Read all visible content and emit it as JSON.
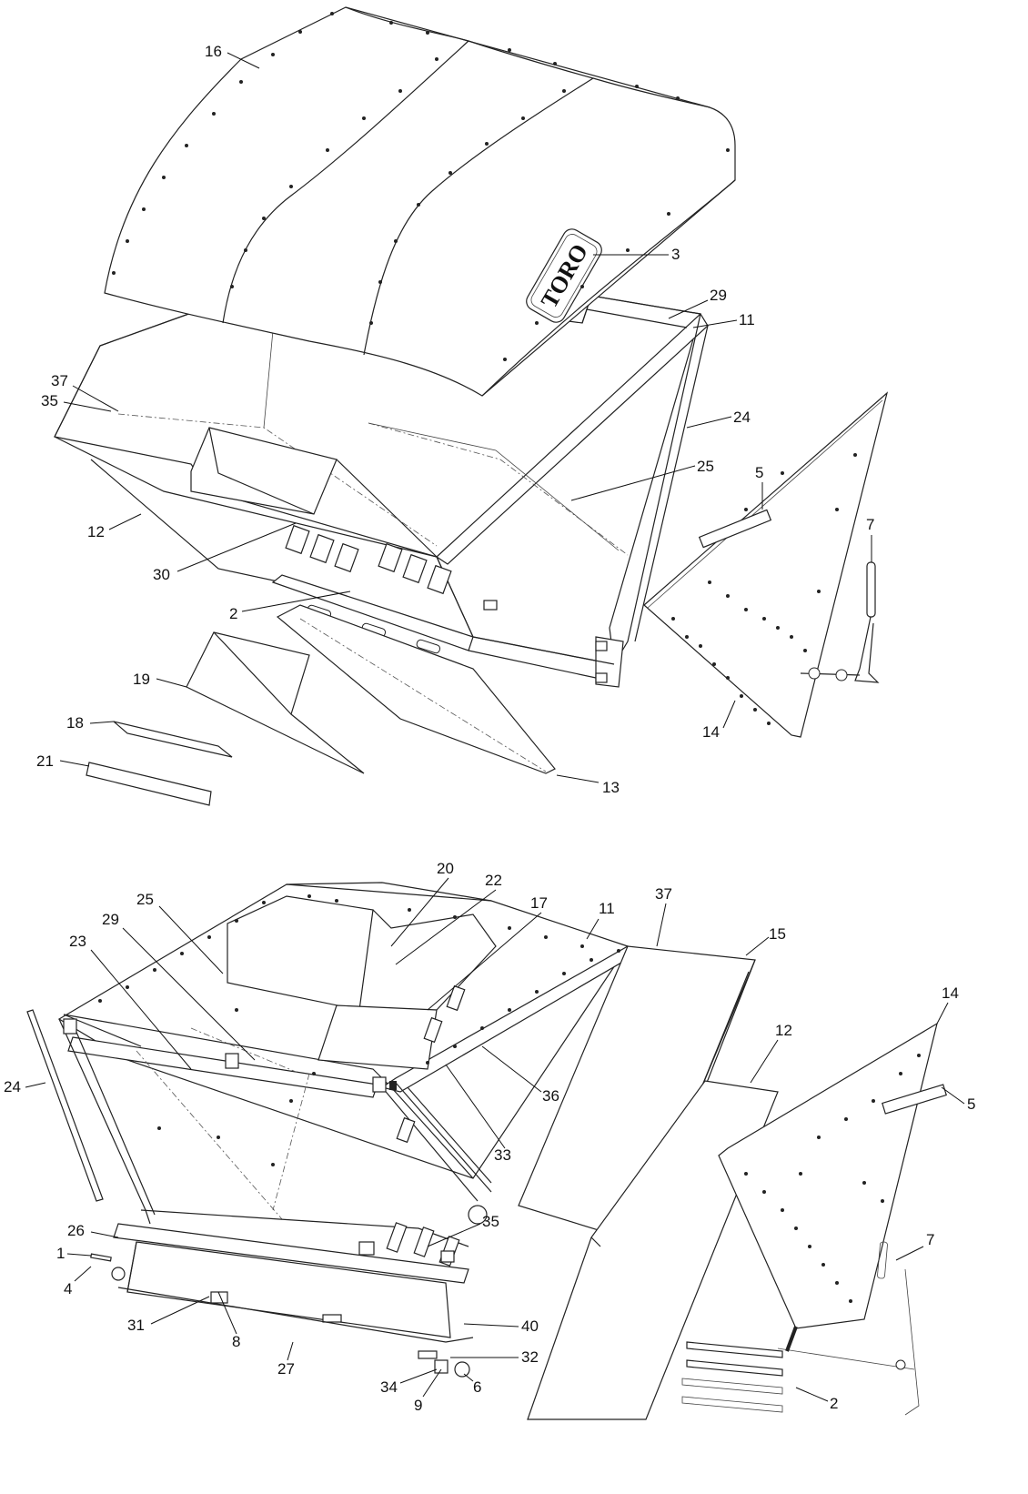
{
  "upper_assembly": {
    "logo_text": "TORO",
    "callouts": [
      "16",
      "3",
      "29",
      "11",
      "24",
      "25",
      "5",
      "7",
      "37",
      "35",
      "12",
      "30",
      "2",
      "19",
      "18",
      "21",
      "13",
      "14"
    ]
  },
  "lower_assembly": {
    "callouts": [
      "20",
      "22",
      "17",
      "11",
      "37",
      "15",
      "25",
      "29",
      "23",
      "14",
      "12",
      "24",
      "36",
      "5",
      "33",
      "26",
      "35",
      "1",
      "4",
      "7",
      "31",
      "8",
      "40",
      "32",
      "27",
      "34",
      "6",
      "9",
      "2"
    ]
  }
}
